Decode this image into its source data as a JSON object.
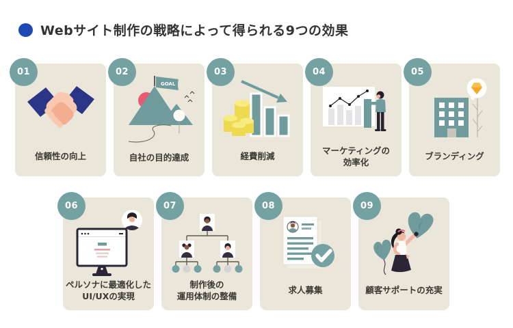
{
  "header": {
    "title": "Webサイト制作の戦略によって得られる9つの効果"
  },
  "colors": {
    "page_bg": "#ffffff",
    "card_bg": "#ebe6da",
    "badge_teal": "#74a1a1",
    "illustration_teal": "#6f9b9c",
    "navy": "#2b3585",
    "header_bullet_blue": "#1c49b4",
    "coin_yellow": "#eeda4f",
    "sun_pink": "#e85a72",
    "gem_orange": "#f6a623",
    "caption_text": "#3c3933"
  },
  "cards": [
    {
      "number": "01",
      "label": "信頼性の向上",
      "icon": "handshake-icon"
    },
    {
      "number": "02",
      "label": "自社の目的達成",
      "icon": "goal-mountain-icon",
      "flag_text": "GOAL"
    },
    {
      "number": "03",
      "label": "経費削減",
      "icon": "cost-reduction-icon"
    },
    {
      "number": "04",
      "label": "マーケティングの\n効率化",
      "icon": "marketing-chart-icon"
    },
    {
      "number": "05",
      "label": "ブランディング",
      "icon": "building-branding-icon"
    },
    {
      "number": "06",
      "label": "ペルソナに最適化した\nUI/UXの実現",
      "icon": "monitor-persona-icon"
    },
    {
      "number": "07",
      "label": "制作後の\n運用体制の整備",
      "icon": "org-chart-icon"
    },
    {
      "number": "08",
      "label": "求人募集",
      "icon": "resume-check-icon"
    },
    {
      "number": "09",
      "label": "顧客サポートの充実",
      "icon": "heart-balloons-icon"
    }
  ]
}
